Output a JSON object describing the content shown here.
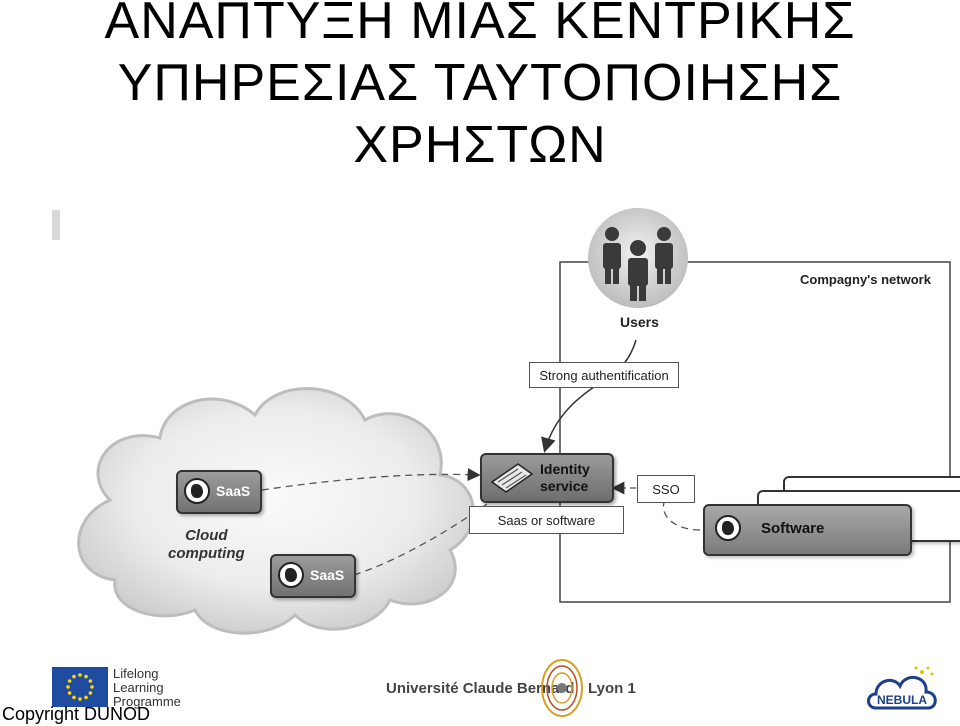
{
  "title": {
    "line1": "ΑΝΑΠΤΥΞΗ ΜΙΑΣ ΚΕΝΤΡΙΚΗΣ",
    "line2": "ΥΠΗΡΕΣΙΑΣ ΤΑΥΤΟΠΟΙΗΣΗΣ",
    "line3": "ΧΡΗΣΤΩΝ"
  },
  "diagram": {
    "network_label": "Compagny's network",
    "users_label": "Users",
    "strong_auth": "Strong authentification",
    "identity_line1": "Identity",
    "identity_line2": "service",
    "saas_or_software": "Saas or software",
    "sso": "SSO",
    "software_label": "Software",
    "saas_top": "SaaS",
    "saas_bottom": "SaaS",
    "cloud_line1": "Cloud",
    "cloud_line2": "computing"
  },
  "footer": {
    "copyright": "Copyright DUNOD",
    "programme_line1": "Lifelong",
    "programme_line2": "Learning",
    "programme_line3": "Programme",
    "university": "Université Claude Bernard",
    "lyon": "Lyon 1",
    "nebula_logo": "NEBULA"
  },
  "colors": {
    "eu_blue": "#1f4ba0",
    "eu_star": "#ffd800",
    "nebula_blue": "#1d3f8a"
  }
}
